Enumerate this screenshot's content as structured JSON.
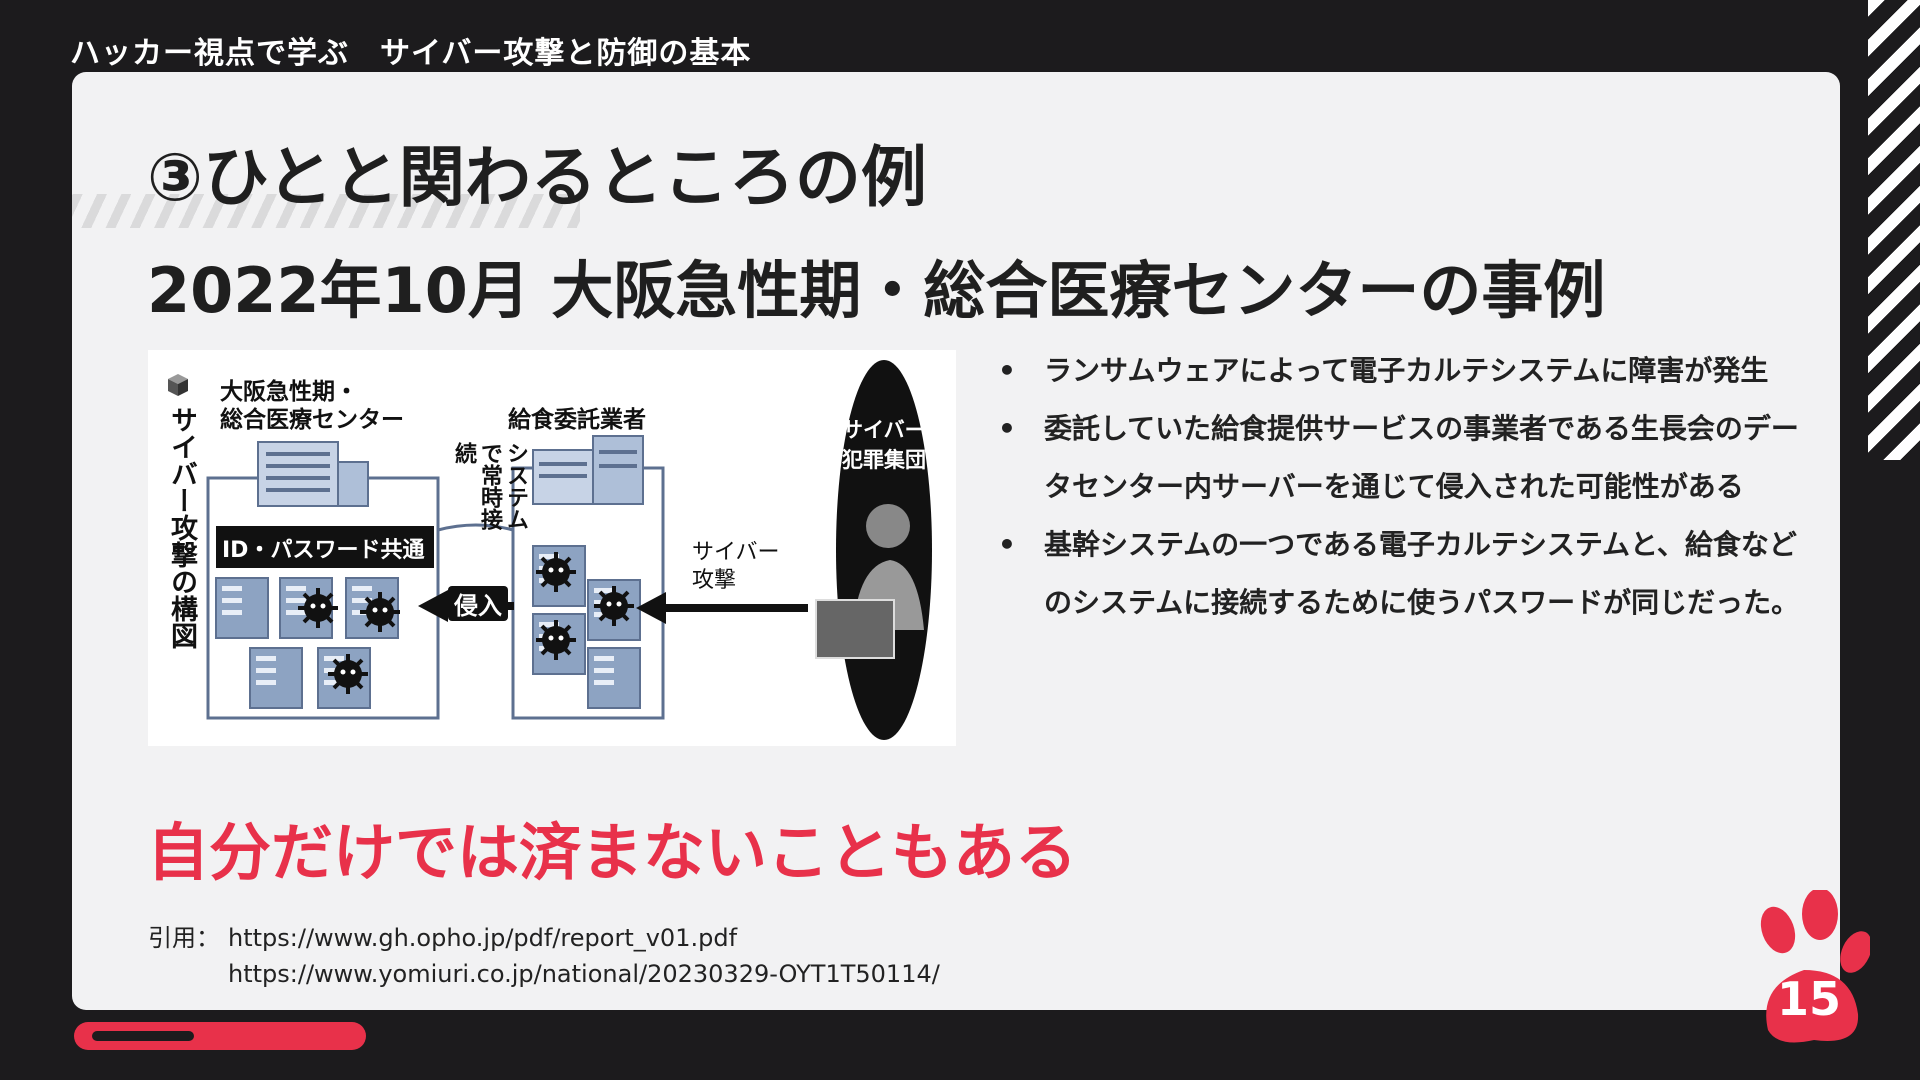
{
  "header": {
    "title": "ハッカー視点で学ぶ　サイバー攻撃と防御の基本"
  },
  "slide": {
    "title": "③ひとと関わるところの例",
    "subtitle": "2022年10月 大阪急性期・総合医療センターの事例",
    "emphasis": "自分だけでは済まないこともある",
    "page_number": "15"
  },
  "diagram": {
    "vertical_title": "サイバー攻撃の構図",
    "hospital_label_1": "大阪急性期・",
    "hospital_label_2": "総合医療センター",
    "vendor_label": "給食委託業者",
    "shared_credentials": "ID・パスワード共通",
    "constant_connection": "システムで常時接続",
    "intrusion": "侵入",
    "attack_label_1": "サイバー",
    "attack_label_2": "攻撃",
    "group_label_1": "サイバー",
    "group_label_2": "犯罪集団"
  },
  "bullets": [
    "ランサムウェアによって電子カルテシステムに障害が発生",
    "委託していた給食提供サービスの事業者である生長会のデータセンター内サーバーを通じて侵入された可能性がある",
    "基幹システムの一つである電子カルテシステムと、給食などのシステムに接続するために使うパスワードが同じだった。"
  ],
  "citation": {
    "label": "引用：",
    "url_1": "https://www.gh.opho.jp/pdf/report_v01.pdf",
    "url_2": "https://www.yomiuri.co.jp/national/20230329-OYT1T50114/"
  },
  "progress": {
    "fraction": 0.4
  },
  "colors": {
    "accent": "#e8314a",
    "background": "#1c1b1d",
    "card": "#f2f2f3"
  },
  "icons": [
    "paw-icon",
    "cube-icon",
    "virus-icon",
    "server-icon",
    "building-icon",
    "hacker-icon",
    "laptop-icon"
  ]
}
